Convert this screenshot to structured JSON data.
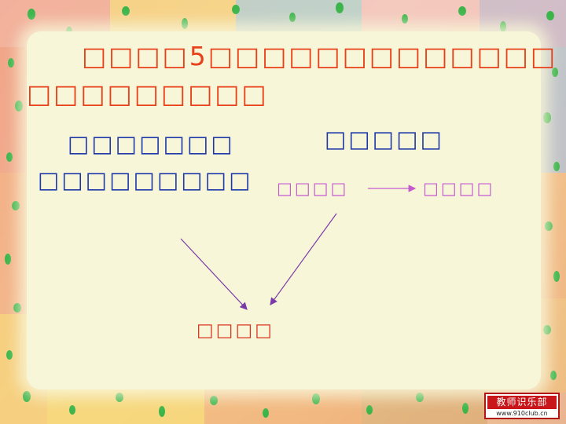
{
  "slide": {
    "title_line1": "□□□□5□□□□□□□□□□□□□",
    "title_line2": "□□□□□□□□□",
    "left_line1": "□□□□□□□",
    "left_line2": "□□□□□□□□□",
    "right_heading": "□□□□□",
    "node_left": "□□□□",
    "node_right": "□□□□",
    "node_bottom": "□□□□"
  },
  "logo": {
    "name": "教师识乐部",
    "url": "www.910club.cn"
  },
  "colors": {
    "title": "#e8401a",
    "blue_text": "#1f3aa8",
    "pink_text": "#c45ad0",
    "bottom_text": "#d9341e",
    "arrow": "#7a3aa8"
  }
}
